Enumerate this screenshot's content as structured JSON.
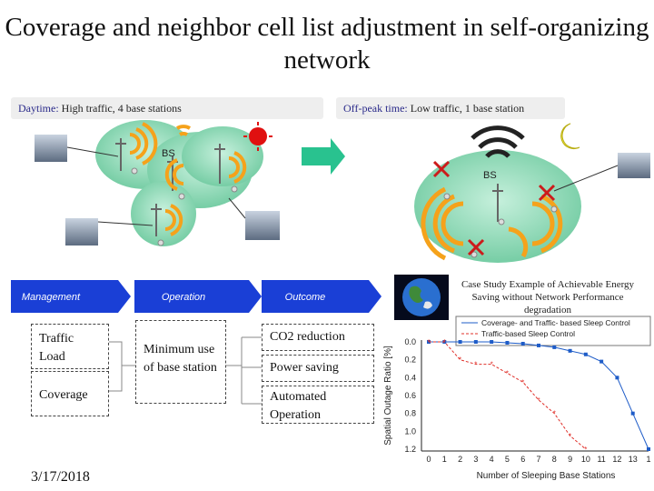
{
  "title": "Coverage and neighbor cell list adjustment in self-organizing network",
  "daytime": {
    "prefix": "Daytime:",
    "text": " High traffic, 4 base stations",
    "bs_label": "BS"
  },
  "offpeak": {
    "prefix": "Off-peak time:",
    "text": " Low traffic, 1 base station",
    "bs_label": "BS"
  },
  "process": {
    "headers": [
      "Management",
      "Operation",
      "Outcome"
    ],
    "management_items": [
      "Traffic Load",
      "Coverage"
    ],
    "operation_item": "Minimum use of base station",
    "outcome_items": [
      "CO2 reduction",
      "Power saving",
      "Automated Operation"
    ]
  },
  "case_study_caption": "Case Study Example of Achievable Energy Saving without Network Performance degradation",
  "date": "3/17/2018",
  "colors": {
    "arrow_blue": "#1a3fd6",
    "coverage_green": "#7fd3a8",
    "series_1": "#1e5cc8",
    "series_2": "#e0302a",
    "signal_orange": "#f5a21b",
    "x_red": "#cc1b1b"
  },
  "chart_data": {
    "type": "line",
    "xlabel": "Number of Sleeping Base Stations",
    "ylabel": "Spatial Outage Ratio [%]",
    "x_ticks": [
      "0",
      "1",
      "2",
      "3",
      "4",
      "5",
      "6",
      "7",
      "8",
      "9",
      "10",
      "11",
      "12",
      "13",
      "1"
    ],
    "y_ticks": [
      "0.0",
      "0.2",
      "0.4",
      "0.6",
      "0.8",
      "1.0",
      "1.2"
    ],
    "ylim": [
      0,
      1.2
    ],
    "y_inverted": true,
    "grid": false,
    "legend_position": "top",
    "series": [
      {
        "name": "Coverage- and Traffic- based Sleep Control",
        "color": "#1e5cc8",
        "x": [
          0,
          1,
          2,
          3,
          4,
          5,
          6,
          7,
          8,
          9,
          10,
          11,
          12,
          13,
          14
        ],
        "y": [
          0.0,
          0.0,
          0.0,
          0.0,
          0.0,
          0.01,
          0.02,
          0.04,
          0.06,
          0.1,
          0.14,
          0.22,
          0.4,
          0.8,
          1.2
        ]
      },
      {
        "name": "Traffic-based Sleep Control",
        "color": "#e0302a",
        "x": [
          0,
          1,
          2,
          3,
          4,
          5,
          6,
          7,
          8,
          9,
          10
        ],
        "y": [
          0.0,
          0.0,
          0.2,
          0.25,
          0.25,
          0.35,
          0.45,
          0.65,
          0.8,
          1.05,
          1.2
        ]
      }
    ]
  }
}
